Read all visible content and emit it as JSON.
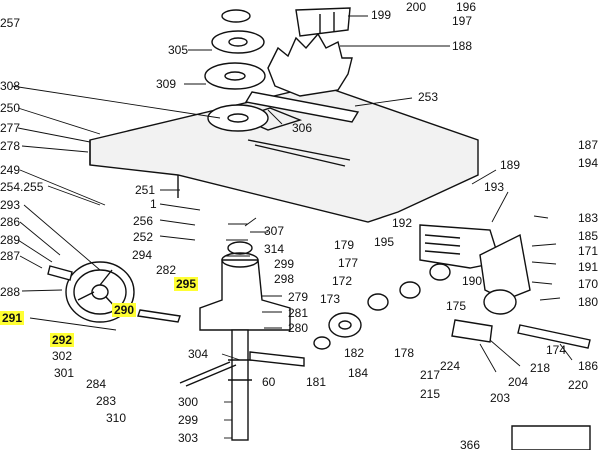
{
  "highlight_color": "#ffff33",
  "ink_color": "#111111",
  "part_numbers": {
    "n257": "257",
    "n305": "305",
    "n309": "309",
    "n308": "308",
    "n250": "250",
    "n277": "277",
    "n278": "278",
    "n249": "249",
    "n254_255": "254.255",
    "n293": "293",
    "n286": "286",
    "n289": "289",
    "n287": "287",
    "n288": "288",
    "n291": "291",
    "n292": "292",
    "n302": "302",
    "n301": "301",
    "n284": "284",
    "n283": "283",
    "n310": "310",
    "n290": "290",
    "n294": "294",
    "n282": "282",
    "n295": "295",
    "n251": "251",
    "n1": "1",
    "n256": "256",
    "n252": "252",
    "n307": "307",
    "n314": "314",
    "n299a": "299",
    "n298": "298",
    "n279": "279",
    "n281": "281",
    "n280": "280",
    "n304": "304",
    "n300": "300",
    "n299b": "299",
    "n303": "303",
    "n60": "60",
    "n181": "181",
    "n306": "306",
    "n199": "199",
    "n197": "197",
    "n188": "188",
    "n253": "253",
    "n189": "189",
    "n193": "193",
    "n192": "192",
    "n195": "195",
    "n179": "179",
    "n177": "177",
    "n172": "172",
    "n173": "173",
    "n182": "182",
    "n184": "184",
    "n175": "175",
    "n178": "178",
    "n190": "190",
    "n217": "217",
    "n215": "215",
    "n224": "224",
    "n204": "204",
    "n203": "203",
    "n218": "218",
    "n174": "174",
    "n186": "186",
    "n220": "220",
    "n366": "366",
    "n196": "196",
    "n200": "200",
    "n187": "187",
    "n194": "194",
    "n183": "183",
    "n185": "185",
    "n171": "171",
    "n191": "191",
    "n170": "170",
    "n180": "180"
  }
}
